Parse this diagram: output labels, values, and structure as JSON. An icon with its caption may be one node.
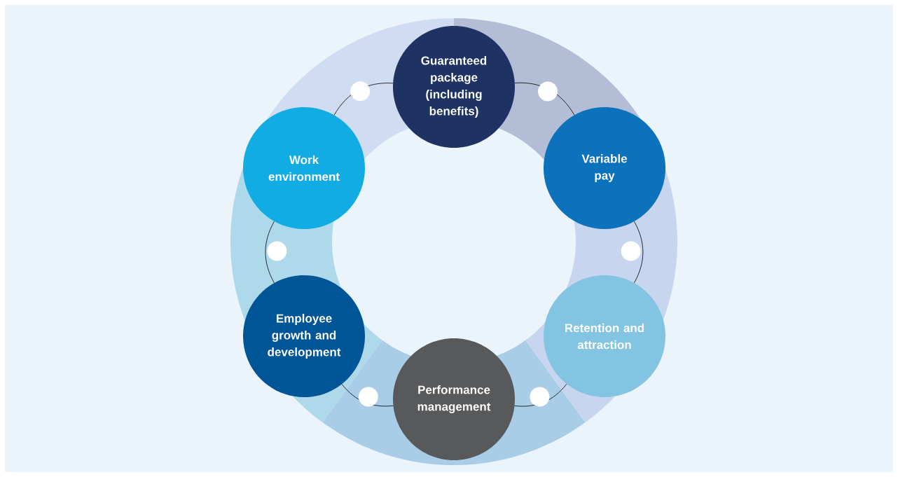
{
  "diagram": {
    "nodes": [
      {
        "text": [
          "Guaranteed package (including benefits)"
        ]
      },
      {
        "text": [
          "Work environment"
        ]
      },
      {
        "text": [
          "Variable pay"
        ]
      },
      {
        "text": [
          "Employee growth and development"
        ]
      },
      {
        "text": [
          "Retention and attraction"
        ]
      },
      {
        "text": [
          "Performance management"
        ]
      }
    ],
    "edges": [
      {
        "from": 0,
        "to": 2,
        "arrow": "none"
      },
      {
        "from": 2,
        "to": 4,
        "arrow": "none"
      },
      {
        "from": 4,
        "to": 5,
        "arrow": "none"
      },
      {
        "from": 5,
        "to": 3,
        "arrow": "none"
      },
      {
        "from": 3,
        "to": 1,
        "arrow": "none"
      },
      {
        "from": 1,
        "to": 0,
        "arrow": "none"
      }
    ]
  }
}
